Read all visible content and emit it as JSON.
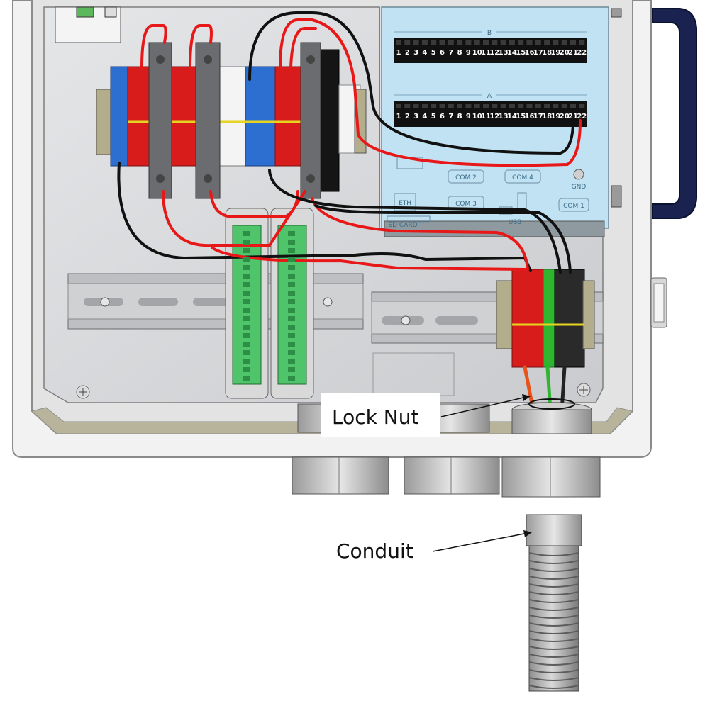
{
  "callouts": {
    "lock_nut": "Lock Nut",
    "conduit": "Conduit"
  },
  "logger": {
    "row_b_label": "B",
    "row_a_label": "A",
    "pins": [
      "1",
      "2",
      "3",
      "4",
      "5",
      "6",
      "7",
      "8",
      "9",
      "10",
      "11",
      "12",
      "13",
      "14",
      "15",
      "16",
      "17",
      "18",
      "19",
      "20",
      "21",
      "22"
    ],
    "ports": {
      "com1": "COM 1",
      "com2": "COM 2",
      "com3": "COM 3",
      "com4": "COM 4",
      "eth": "ETH",
      "usb": "USB",
      "sd_card": "SD CARD",
      "gnd": "GND"
    }
  },
  "colors": {
    "enclosure": "#f1f1f1",
    "backplate": "#d6d8da",
    "logger_panel": "#bfe1f2",
    "wire_red": "#e81818",
    "wire_black": "#111111",
    "terminal_red": "#d81c1c",
    "terminal_blue": "#2d6fd0",
    "terminal_green": "#2fb52f",
    "handle": "#1a2350",
    "io_green": "#4fc46a"
  }
}
